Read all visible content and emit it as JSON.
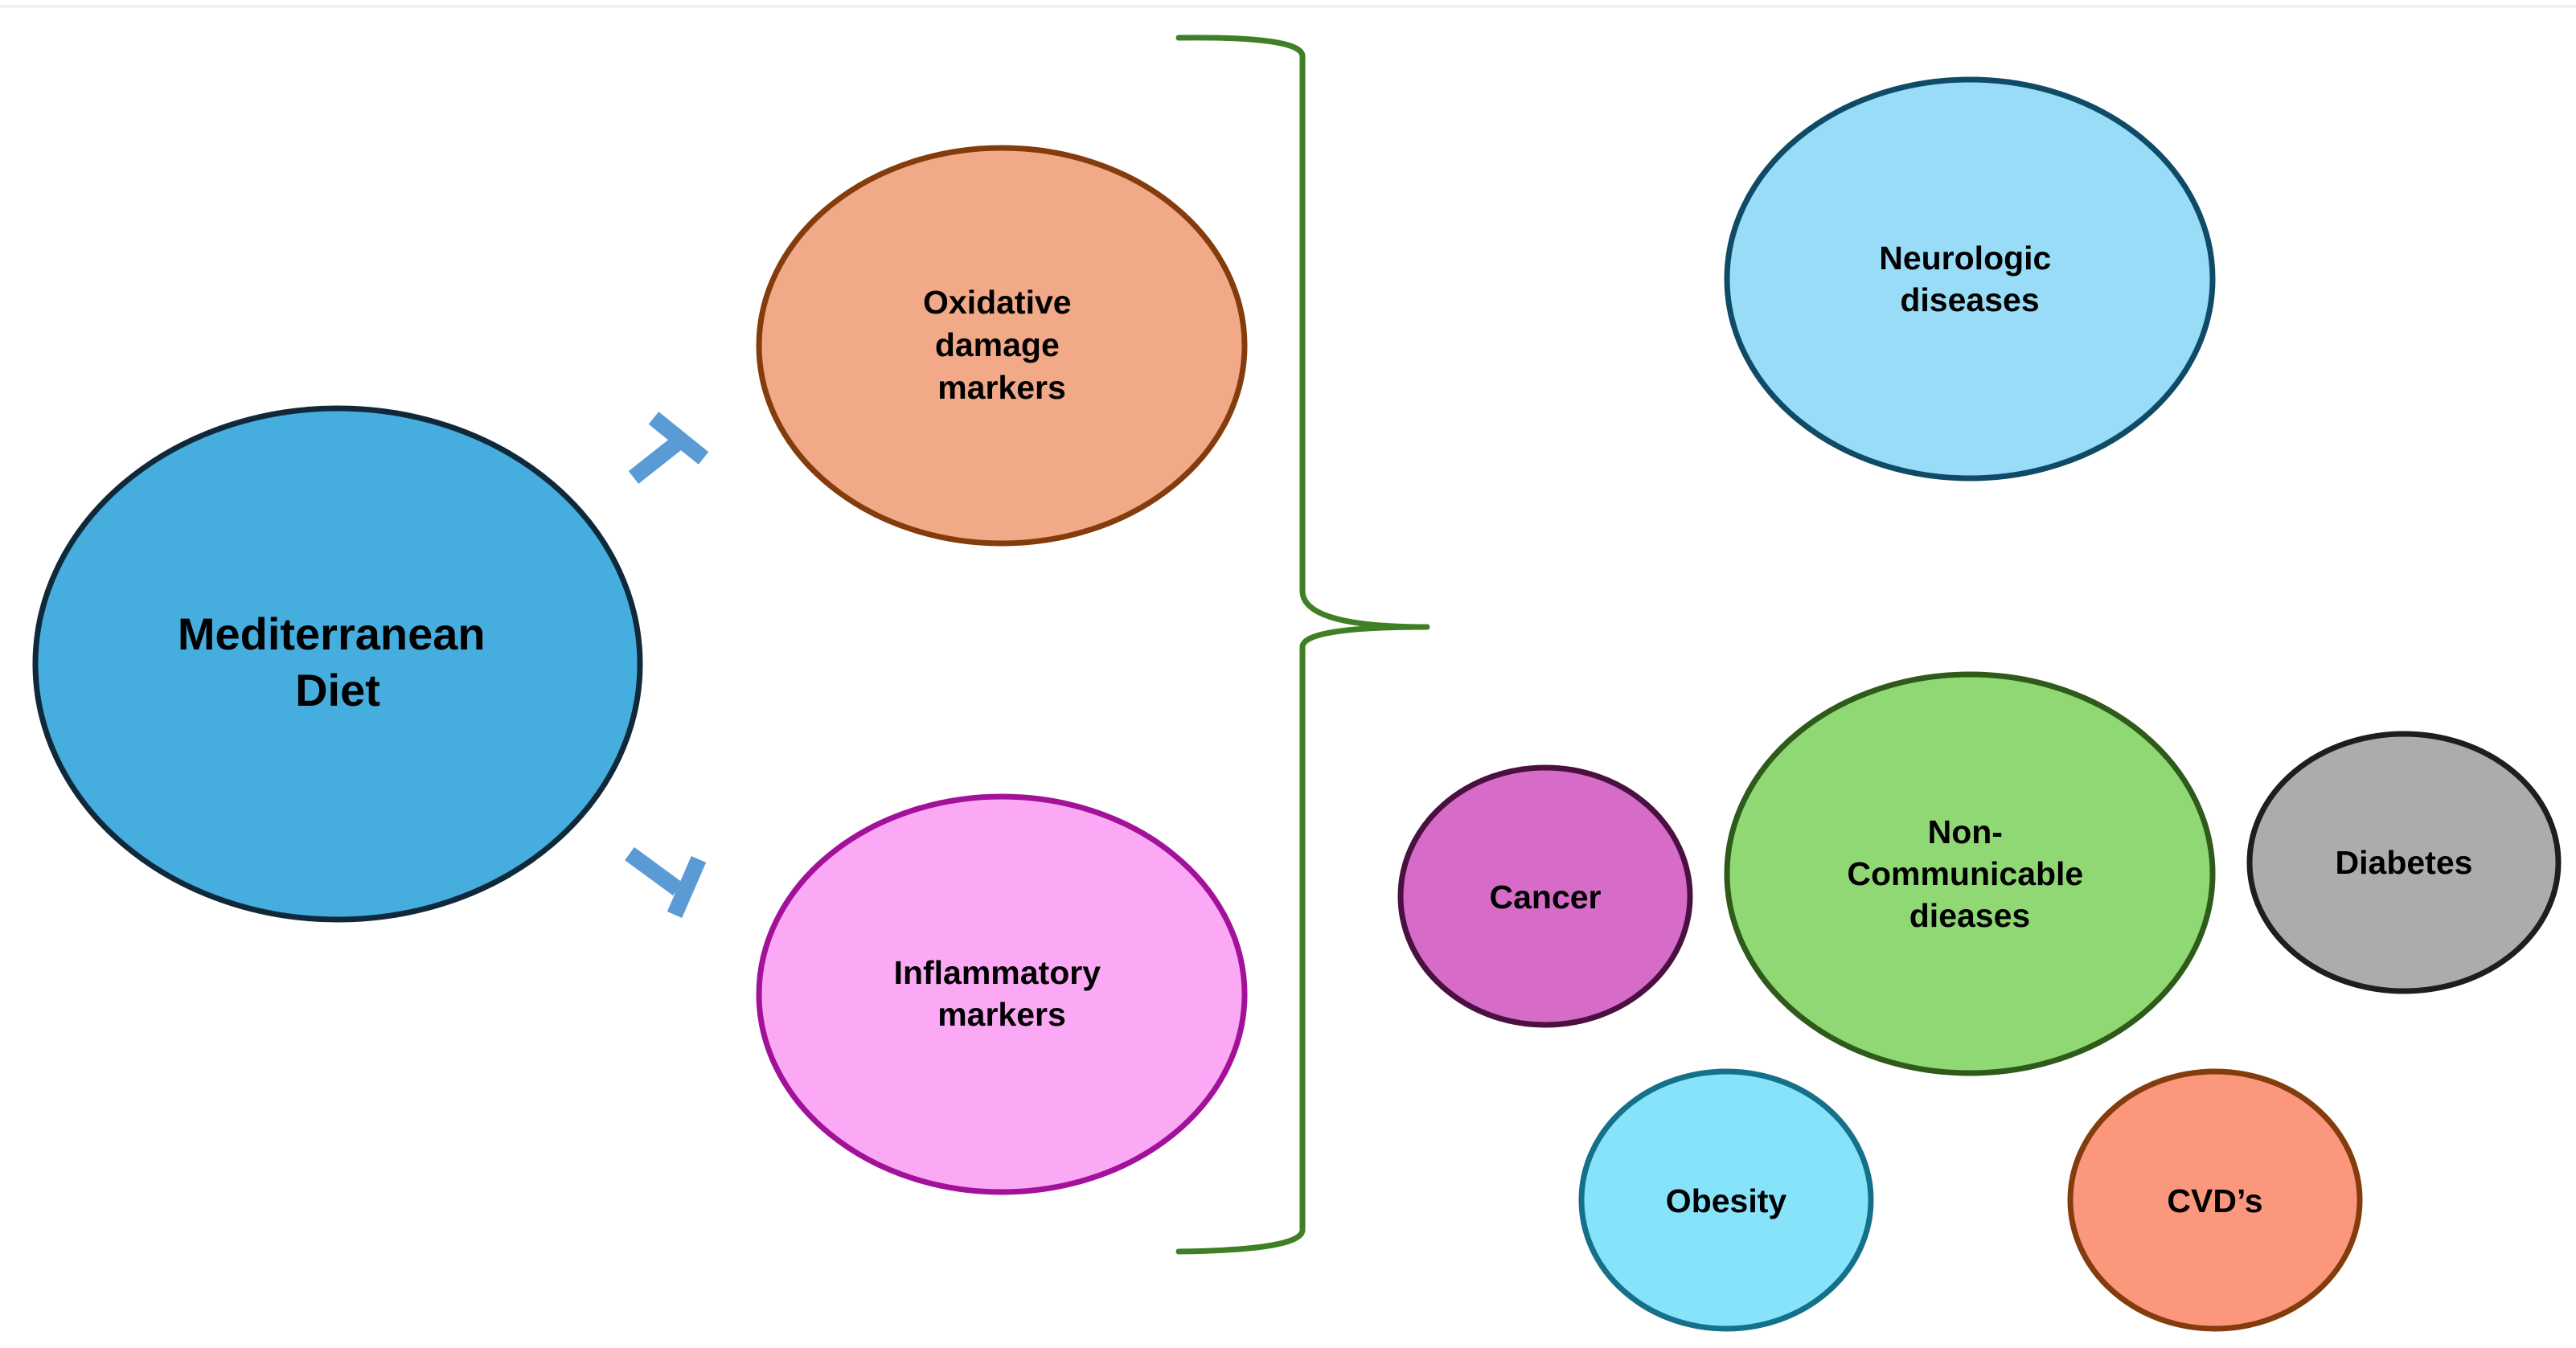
{
  "diagram": {
    "nodes": {
      "mediterranean_diet": {
        "lines": [
          "Mediterranean",
          "Diet"
        ],
        "fill": "#46aedf",
        "stroke": "#10293a"
      },
      "oxidative": {
        "lines": [
          "Oxidative",
          "damage",
          "markers"
        ],
        "fill": "#f1a987",
        "stroke": "#843c0c"
      },
      "inflammatory": {
        "lines": [
          "Inflammatory",
          "markers"
        ],
        "fill": "#fba9f4",
        "stroke": "#a2119a"
      },
      "neurologic": {
        "lines": [
          "Neurologic",
          "diseases"
        ],
        "fill": "#99dcf7",
        "stroke": "#0f4a66"
      },
      "ncd": {
        "lines": [
          "Non-",
          "Communicable",
          "dieases"
        ],
        "fill": "#8fd874",
        "stroke": "#2e5a1a"
      },
      "cancer": {
        "lines": [
          "Cancer"
        ],
        "fill": "#d66bc8",
        "stroke": "#4a1040"
      },
      "diabetes": {
        "lines": [
          "Diabetes"
        ],
        "fill": "#acacac",
        "stroke": "#1e1e1e"
      },
      "obesity": {
        "lines": [
          "Obesity"
        ],
        "fill": "#86e3f9",
        "stroke": "#15708a"
      },
      "cvds": {
        "lines": [
          "CVD’s"
        ],
        "fill": "#fb977d",
        "stroke": "#843c0c"
      }
    },
    "inhibitor_color": "#5b9bd5",
    "brace_color": "#3f7f26"
  }
}
